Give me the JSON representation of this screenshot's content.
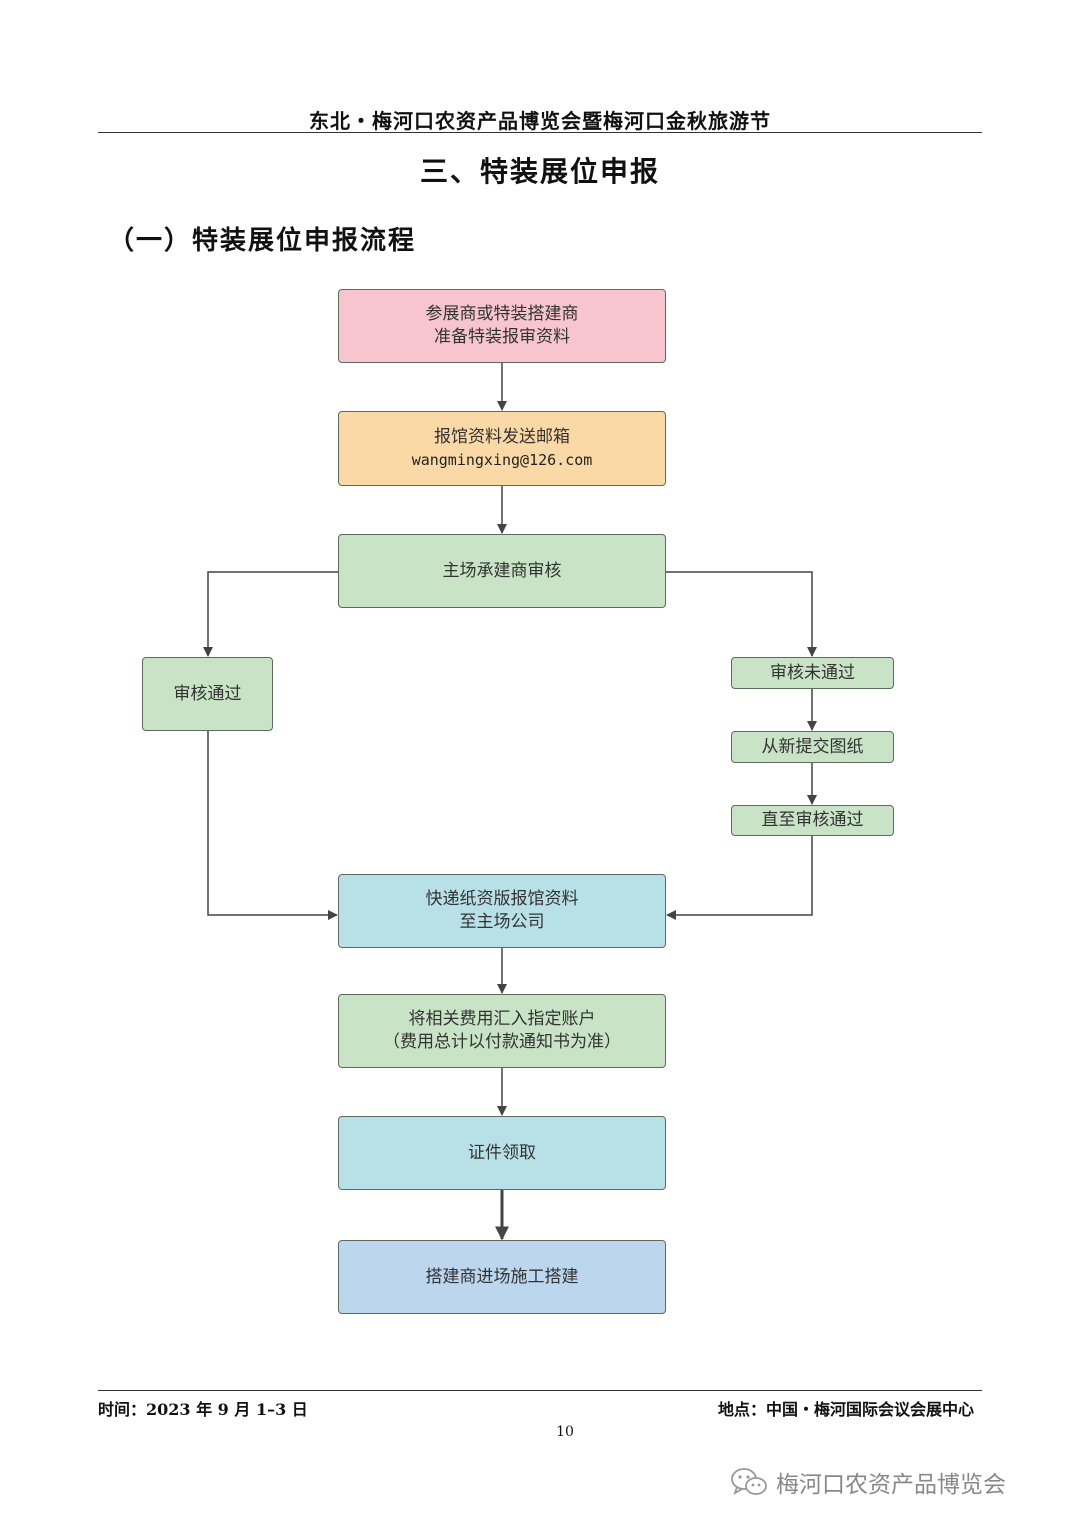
{
  "header": {
    "title": "东北・梅河口农资产品博览会暨梅河口金秋旅游节"
  },
  "section": {
    "title": "三、特装展位申报"
  },
  "subsection": {
    "title": "（一）特装展位申报流程"
  },
  "flow": {
    "step1": {
      "line1": "参展商或特装搭建商",
      "line2": "准备特装报审资料"
    },
    "step2": {
      "line1": "报馆资料发送邮箱",
      "email": "wangmingxing@126.com"
    },
    "step3": {
      "label": "主场承建商审核"
    },
    "approved": {
      "label": "审核通过"
    },
    "rejected": {
      "label": "审核未通过"
    },
    "resubmit": {
      "label": "从新提交图纸"
    },
    "until_pass": {
      "label": "直至审核通过"
    },
    "step4": {
      "line1": "快递纸资版报馆资料",
      "line2": "至主场公司"
    },
    "step5": {
      "line1": "将相关费用汇入指定账户",
      "line2": "（费用总计以付款通知书为准）"
    },
    "step6": {
      "label": "证件领取"
    },
    "step7": {
      "label": "搭建商进场施工搭建"
    }
  },
  "footer": {
    "time": "时间：2023 年 9 月 1–3 日",
    "location": "地点：中国・梅河国际会议会展中心",
    "page": "10"
  },
  "watermark": {
    "text": "梅河口农资产品博览会",
    "icon": "wechat-icon"
  },
  "colors": {
    "pink": "#f6c5cd",
    "orange": "#fbd9a6",
    "green": "#c8e3c5",
    "teal": "#b7e1e6",
    "blue": "#bcd6ee",
    "line": "#444444"
  }
}
